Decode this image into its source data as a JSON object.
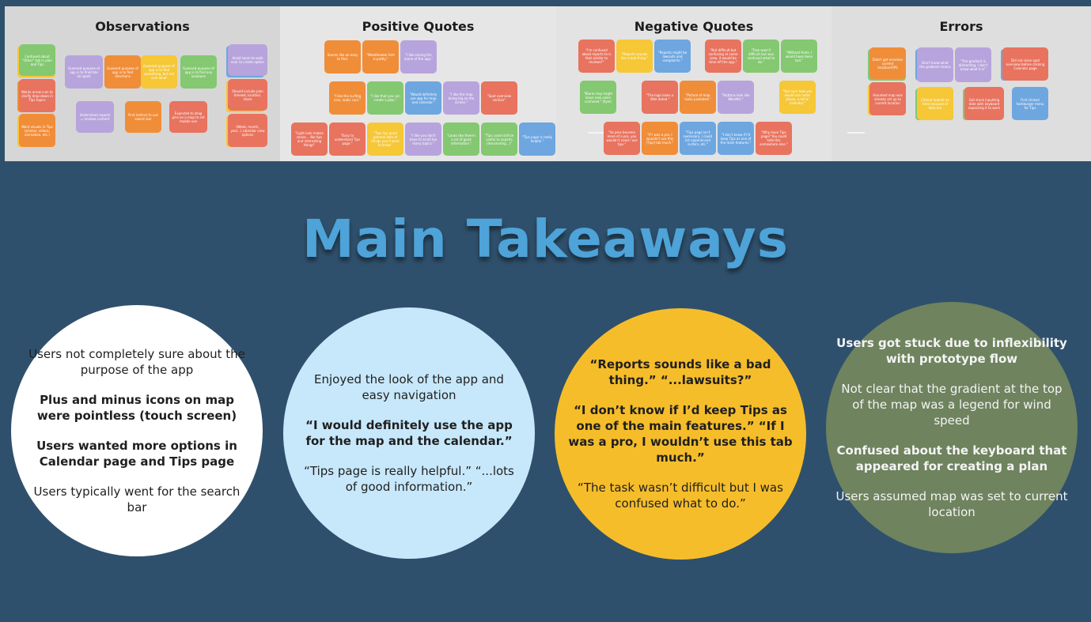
{
  "boards": {
    "observations": {
      "title": "Observations",
      "notes": [
        "Confused about \"Other\" tab in plan and Tips",
        "Wants arrow icon to clarify drop-down in Tips topics",
        "Want visuals in Tips (photos, videos, animation, etc.)",
        "Guessed purpose of app is to find/rate air spots",
        "Guessed purpose of app is to find directions",
        "Guessed purpose of app is to find something, but not sure what",
        "Guessed purpose of app is to find any locations",
        "Understood reports = reviews content",
        "First instinct to use search bar",
        "Expected to drag pins on a map to set mobile use",
        "Avoid zoom to walk over to create option",
        "Should include plan timewd, location, share",
        "(Week, month, year...) calendar view options"
      ]
    },
    "positive": {
      "title": "Positive Quotes",
      "notes": [
        "Seems like an easy to find.",
        "\"WeatHeader font is pretty.\"",
        "\"I like seeing the name of the app.\"",
        "\"I like the surfing icon, looks cool.\"",
        "\"I like that you can create a plan.\"",
        "\"Would definitely use app for map and calendar.\"",
        "\"I like the map being big on the screen.\"",
        "\"Spot overview section\"",
        "\"Light look makes sense... like tips and interesting things\"",
        "\"Easy to understand Tips page.\"",
        "\"Tips has good general idea of things you'd want to know.\"",
        "\"I like you don't have to scroll too many topics.\"",
        "\"Looks like there's a lot of good information.\"",
        "\"Tips could still be useful to experts (descending...)\"",
        "\"Tips page is really helpful.\""
      ]
    },
    "negative": {
      "title": "Negative Quotes",
      "notes": [
        "\"I'm confused about reports to is that similar to reviews?\"",
        "\"Reports sounds like a bad thing.\"",
        "\"Reports might be lawsuits and complaints.\"",
        "\"Not difficult but confusing at some view, it would be time off the app.\"",
        "\"Task wasn't difficult but was confused what to do.\"",
        "\"Without Hints, I would have been lost.\"",
        "\"Blank map might leave new users confused.\" (Kyle)",
        "\"The logo looks a little dated.\"",
        "\"Picture of map looks pixelated.\"",
        "\"Buttons look like WordArt.\"",
        "\"Not sure how you would use notes phase, a list or calendar.\"",
        "\"As pros become more of a pro, you wouldn't need / use tips.\"",
        "\"If I was a pro, I wouldn't use this [Tips] tab much.\"",
        "\"Tips page isn't necessary, I could list experienced surfers, etc.\"",
        "\"I don't know if I'd keep Tips as one of the main features.\"",
        "\"Why have Tips page? You could hide this somewhere else.\""
      ]
    },
    "errors": {
      "title": "Errors",
      "notes": [
        "Didn't get errorless current location/GPS",
        "Assumed map was already set up to current location",
        "Don't know what the gradient means",
        "\"The gradient is distracting, I don't know what it is\"",
        "Clicked Submit on time because of data bar",
        "Got stuck inputting date with keyboard expecting it to work",
        "Did not close spot overview before clicking Calendar page",
        "First clicked hamburger menu for Tips"
      ]
    }
  },
  "main_title": "Main Takeaways",
  "takeaways": [
    {
      "lines": [
        {
          "text": "Users not completely sure about the purpose of the app",
          "bold": false
        },
        {
          "text": "Plus and minus icons on map were pointless (touch screen)",
          "bold": true
        },
        {
          "text": "Users wanted more options in Calendar page and Tips page",
          "bold": true
        },
        {
          "text": "Users typically went for the search bar",
          "bold": false
        }
      ]
    },
    {
      "lines": [
        {
          "text": "Enjoyed the look of the app and easy navigation",
          "bold": false
        },
        {
          "text": "“I would definitely use the app for the map and the calendar.”",
          "bold": true
        },
        {
          "text": "“Tips page is really helpful.” “...lots of good information.”",
          "bold": false
        }
      ]
    },
    {
      "lines": [
        {
          "text": "“Reports sounds like a bad thing.” “...lawsuits?”",
          "bold": true
        },
        {
          "text": "“I don’t know if I’d keep Tips as one of the main features.” “If I was a pro, I wouldn’t use this tab much.”",
          "bold": true
        },
        {
          "text": "“The task wasn’t difficult but I was confused what to do.”",
          "bold": false
        }
      ]
    },
    {
      "lines": [
        {
          "text": "Users got stuck due to inflexibility with prototype flow",
          "bold": true
        },
        {
          "text": "Not clear that the gradient at the top of the map was a legend for wind speed",
          "bold": false
        },
        {
          "text": "Confused about the keyboard that appeared for creating a plan",
          "bold": true
        },
        {
          "text": "Users assumed map was set to current location",
          "bold": false
        }
      ]
    }
  ],
  "colors": {
    "background": "#2f506c",
    "title": "#4ea3d8",
    "circle_white": "#ffffff",
    "circle_blue": "#c7e8fb",
    "circle_yellow": "#f6bd2b",
    "circle_green": "#6e835e"
  }
}
